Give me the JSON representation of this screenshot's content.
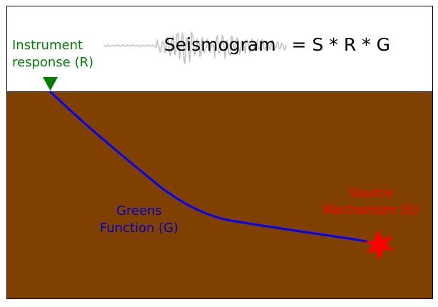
{
  "formula": {
    "seismogram_word": "Seismogram",
    "equation_rest": "= S * R * G"
  },
  "instrument": {
    "line1": "Instrument",
    "line2": "response (R)",
    "color": "#008000"
  },
  "greens_function": {
    "line1": "Greens",
    "line2": "Function (G)",
    "color": "#0000ff"
  },
  "source": {
    "line1": "Source",
    "line2": "Mechanism (S)",
    "color": "#ff0000"
  },
  "colors": {
    "earth": "#804000",
    "sky": "#ffffff",
    "waveform": "#c8c8c8",
    "border": "#000000"
  }
}
